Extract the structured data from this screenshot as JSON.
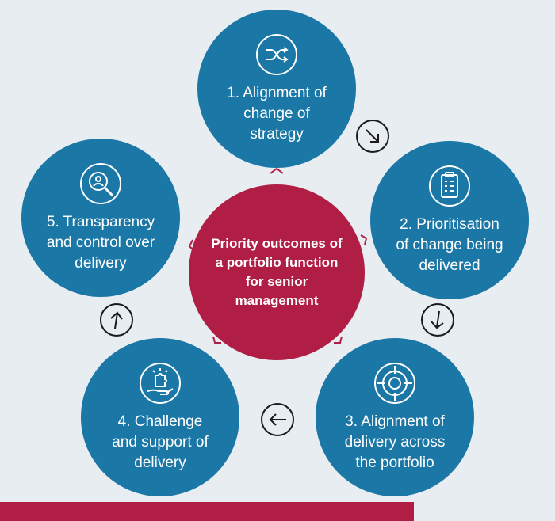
{
  "center": {
    "label": "Priority outcomes of a portfolio function for senior management"
  },
  "steps": [
    {
      "label": "1. Alignment of change of strategy",
      "icon": "shuffle-icon"
    },
    {
      "label": "2. Prioritisation of change being delivered",
      "icon": "clipboard-checklist-icon"
    },
    {
      "label": "3. Alignment of delivery across the portfolio",
      "icon": "target-icon"
    },
    {
      "label": "4. Challenge and support of delivery",
      "icon": "hand-puzzle-icon"
    },
    {
      "label": "5. Transparency and control over delivery",
      "icon": "magnifier-person-icon"
    }
  ],
  "arrows": [
    "arrow-down-right-icon",
    "arrow-down-icon",
    "arrow-left-icon",
    "arrow-up-icon"
  ],
  "colors": {
    "background": "#e8edf1",
    "circle_blue": "#1a77a6",
    "center_red": "#b01e45",
    "arrow_stroke": "#1a1a1a"
  }
}
